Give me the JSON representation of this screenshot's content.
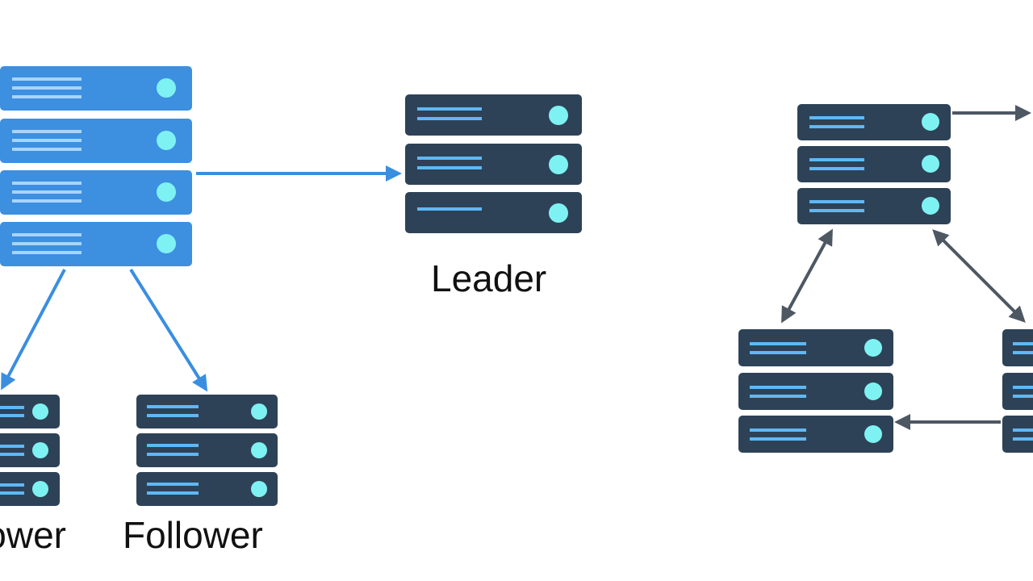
{
  "labels": {
    "leader": "Leader",
    "follower_left": "Follower",
    "follower_mid": "Follower"
  },
  "colors": {
    "blue_server": "#3d8fe0",
    "blue_server_dark": "#3482d4",
    "dark_server": "#2e4257",
    "indicator": "#7ef2f2",
    "blue_line": "#9fd0ff",
    "dark_line": "#5fb8f5",
    "blue_arrow": "#3a8ee0",
    "gray_arrow": "#4d5863"
  }
}
